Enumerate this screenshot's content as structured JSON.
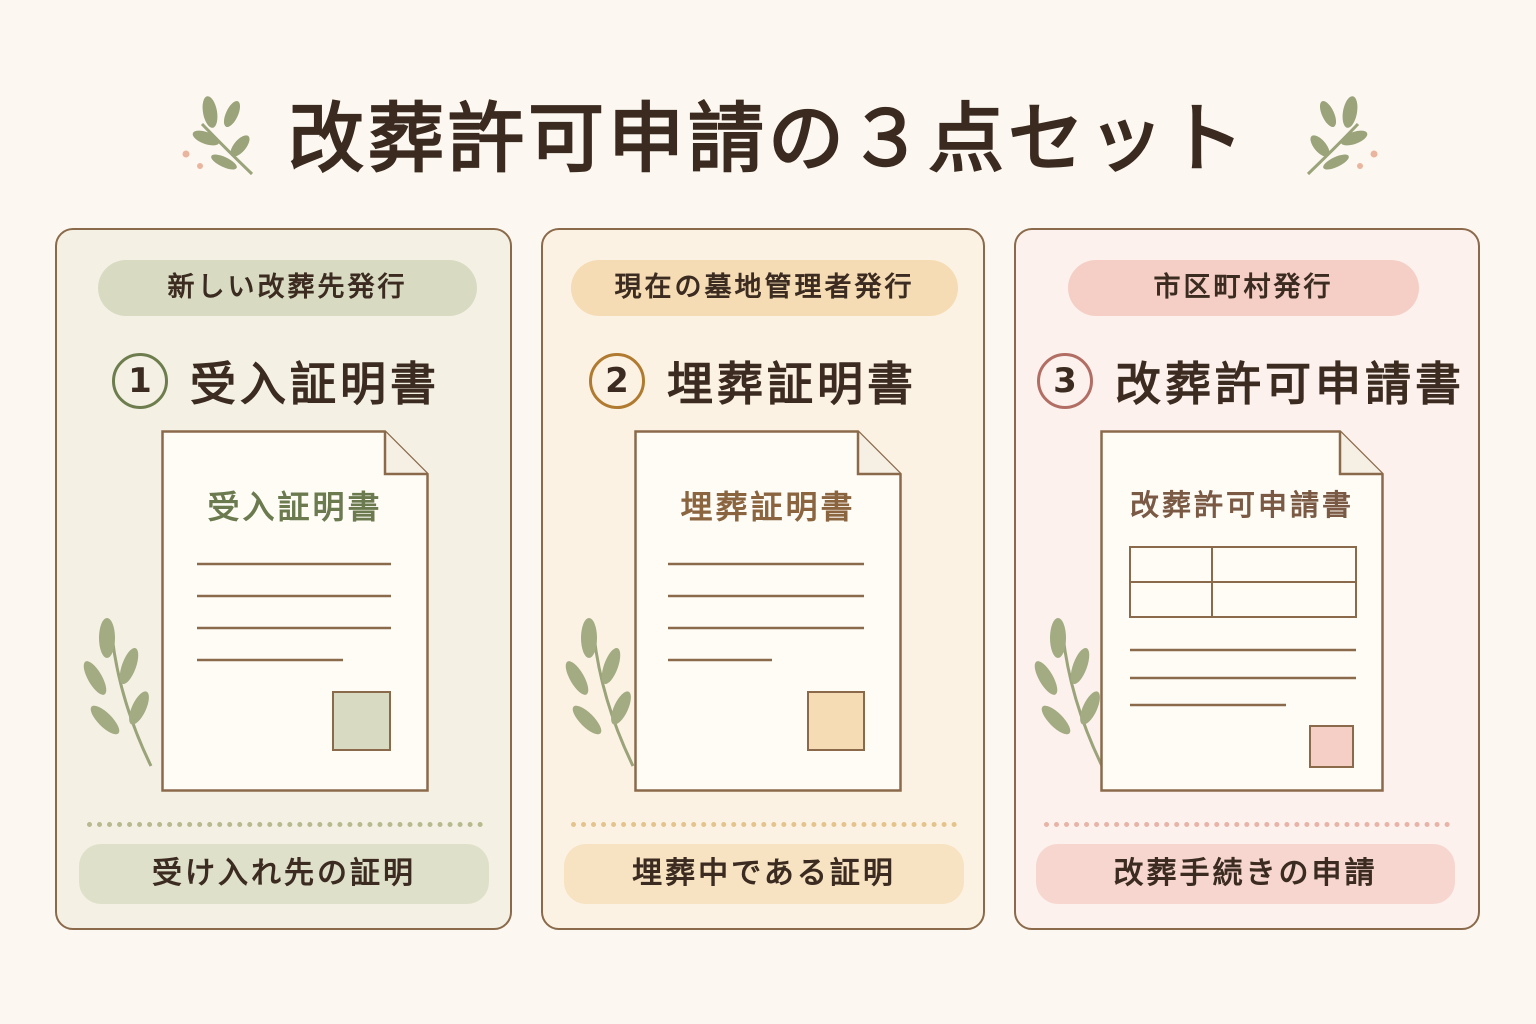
{
  "title": "改葬許可申請の３点セット",
  "colors": {
    "background": "#fcf8f1",
    "border": "#8b6a4b",
    "leaf": "#9aa37a",
    "accent_dot": "#e8b49c"
  },
  "cards": [
    {
      "issuer": "新しい改葬先発行",
      "number": "1",
      "name": "受入証明書",
      "doc_title": "受入証明書",
      "purpose": "受け入れ先の証明",
      "accent": "#d8dbc2"
    },
    {
      "issuer": "現在の墓地管理者発行",
      "number": "2",
      "name": "埋葬証明書",
      "doc_title": "埋葬証明書",
      "purpose": "埋葬中である証明",
      "accent": "#f5dcb5"
    },
    {
      "issuer": "市区町村発行",
      "number": "3",
      "name": "改葬許可申請書",
      "doc_title": "改葬許可申請書",
      "purpose": "改葬手続きの申請",
      "accent": "#f5cfc6"
    }
  ]
}
